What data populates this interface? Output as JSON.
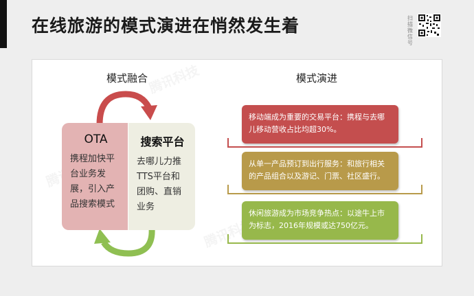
{
  "slide": {
    "title": "在线旅游的模式演进在悄然发生着",
    "qr_label": "扫描微信号",
    "watermark": "腾讯科技"
  },
  "left_section": {
    "title": "模式融合",
    "ota": {
      "heading": "OTA",
      "body": "携程加快平台业务发展，引入产品搜索模式"
    },
    "search": {
      "heading": "搜索平台",
      "body": "去哪儿力推TTS平台和团购、直销业务"
    }
  },
  "right_section": {
    "title": "模式演进",
    "events": [
      {
        "text": "移动端成为重要的交易平台：携程与去哪儿移动营收占比均超30%。",
        "color": "#c44e4e"
      },
      {
        "text": "从单一产品预订到出行服务：和旅行相关的产品组合以及游记、门票、社区盛行。",
        "color": "#b89a4a"
      },
      {
        "text": "休闲旅游成为市场竞争热点：以途牛上市为标志，2016年规模或达750亿元。",
        "color": "#97b84b"
      }
    ]
  },
  "colors": {
    "arrow_top": "#c94c4c",
    "arrow_bottom": "#8fbf52",
    "ota_panel": "#e3b3b3",
    "search_panel": "#eeeee2"
  }
}
